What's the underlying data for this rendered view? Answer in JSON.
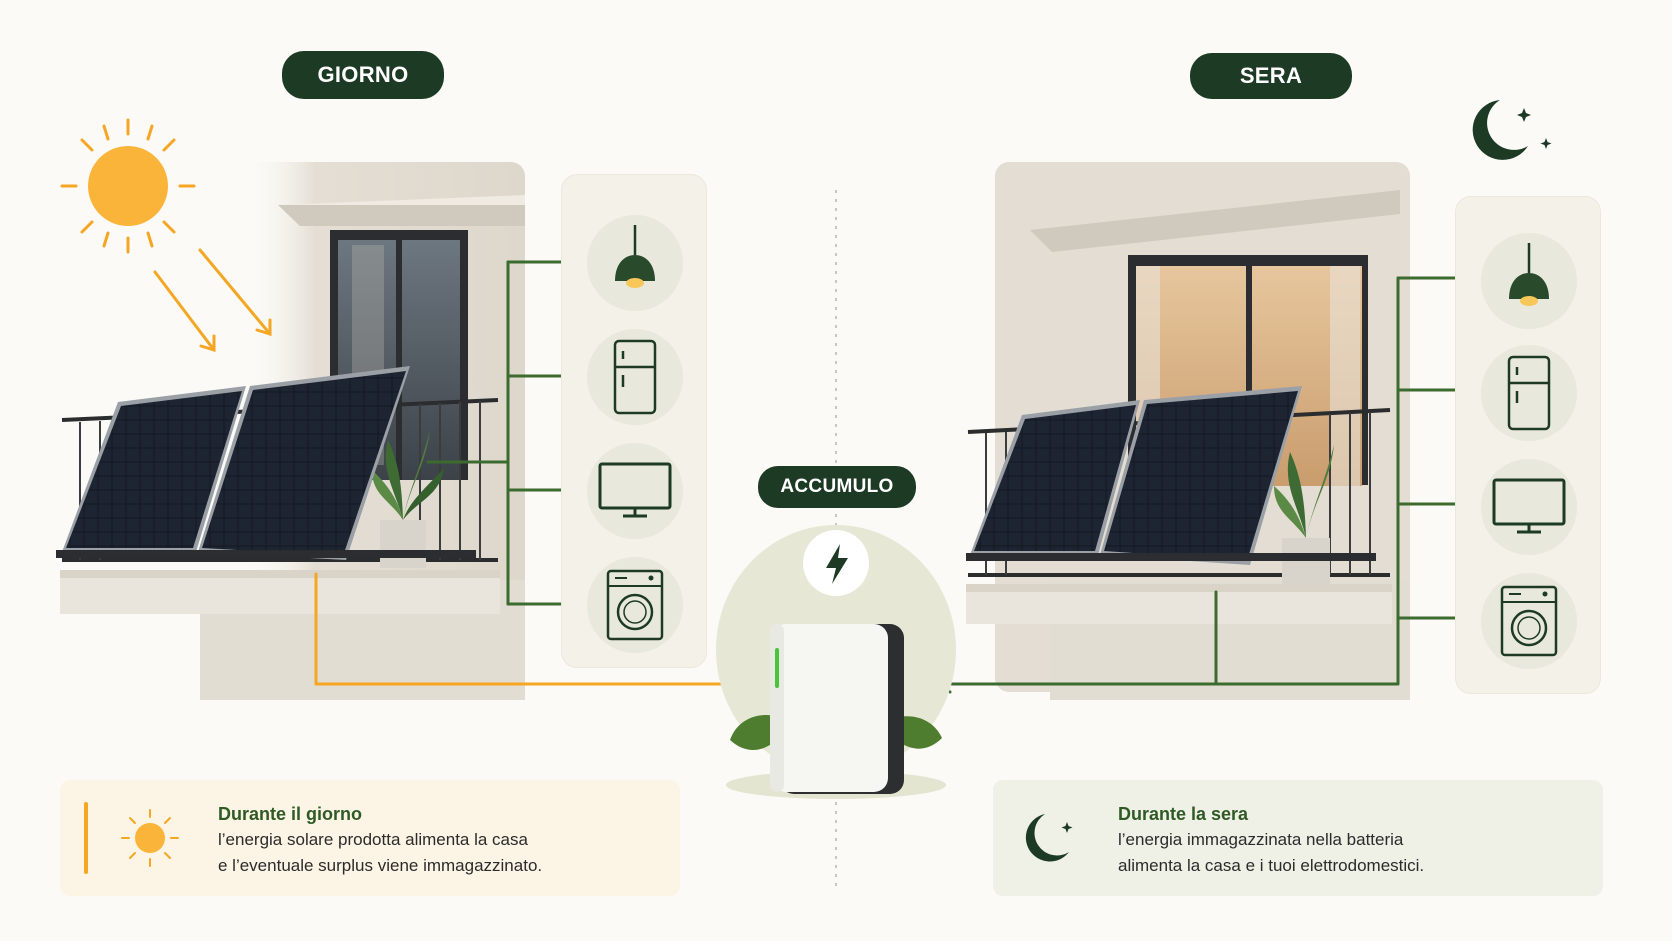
{
  "labels": {
    "day": "GIORNO",
    "evening": "SERA",
    "storage": "ACCUMULO"
  },
  "day_caption": {
    "title": "Durante il giorno",
    "line1": "l’energia solare prodotta alimenta la casa",
    "line2": "e l’eventuale surplus viene immagazzinato."
  },
  "evening_caption": {
    "title": "Durante la sera",
    "line1": "l’energia immagazzinata nella batteria",
    "line2": "alimenta la casa e i tuoi elettrodomestici."
  },
  "appliances": [
    "lamp-icon",
    "fridge-icon",
    "tv-icon",
    "washing-machine-icon"
  ],
  "colors": {
    "dark_green": "#1d3a24",
    "flow_green": "#3c6b2f",
    "solar_orange": "#f5a623",
    "sun_yellow": "#fbb43a",
    "panel_bg": "#f3f1e8",
    "day_caption_bg": "#fcf5e6",
    "evening_caption_bg": "#eff0e6"
  }
}
